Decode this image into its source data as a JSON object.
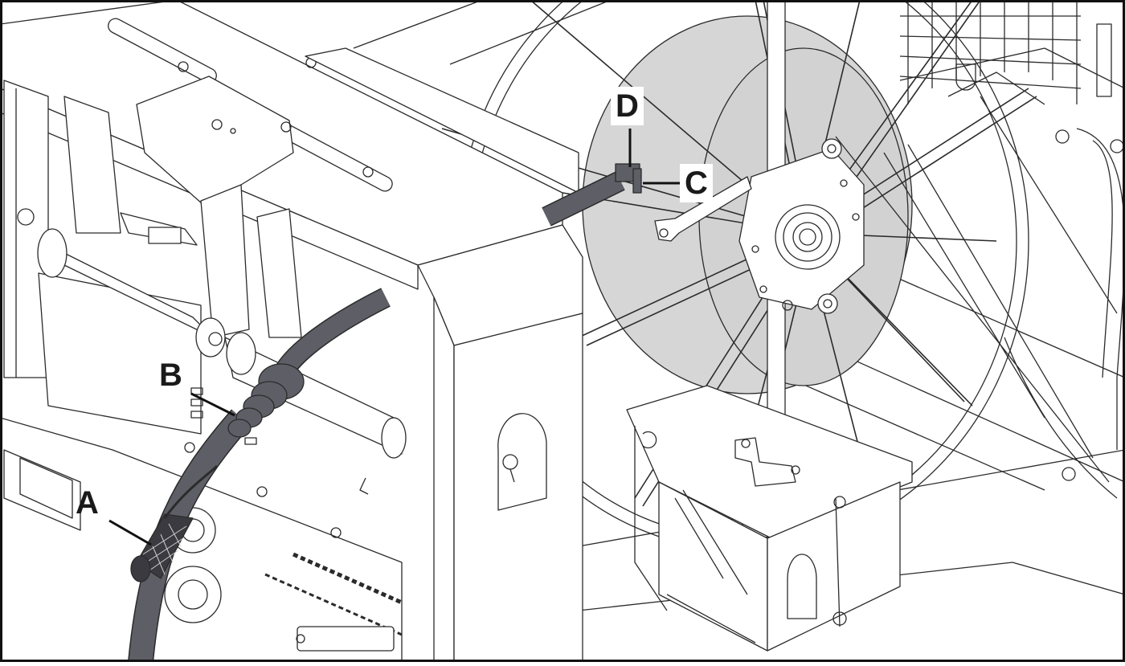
{
  "figure": {
    "callouts": [
      {
        "id": "A",
        "label": "A"
      },
      {
        "id": "B",
        "label": "B"
      },
      {
        "id": "C",
        "label": "C"
      },
      {
        "id": "D",
        "label": "D"
      }
    ],
    "colors": {
      "line": "#2b2b2b",
      "cable": "#5e5e66",
      "drum": "#d6d6d6",
      "background": "#ffffff"
    },
    "icons": [
      "cable-reel",
      "cable-grip",
      "cable-gland",
      "cable-clamp"
    ]
  }
}
